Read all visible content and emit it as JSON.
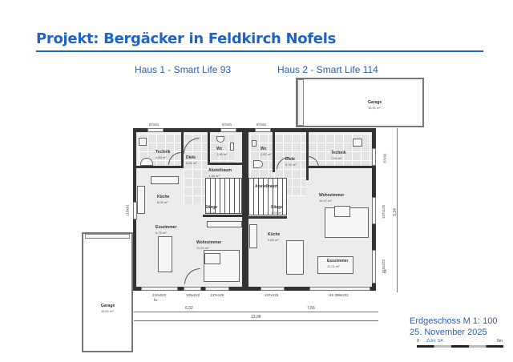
{
  "header": {
    "title": "Projekt: Bergäcker in Feldkirch Nofels",
    "accent_color": "#1f63c6"
  },
  "houses": [
    {
      "label": "Haus 1 - Smart Life 93"
    },
    {
      "label": "Haus 2 - Smart Life 114"
    }
  ],
  "rooms": {
    "h1_technik": {
      "name": "Technik",
      "area": "4,83 m²"
    },
    "h1_diele": {
      "name": "Diele",
      "area": "5,06 m²"
    },
    "h1_wc": {
      "name": "Wc",
      "area": "1,88 m²"
    },
    "h1_abstellraum": {
      "name": "Abstellraum",
      "area": "3,38 m²"
    },
    "h1_kueche": {
      "name": "Küche",
      "area": "8,05 m²"
    },
    "h1_stiege": {
      "name": "Stiege",
      "area": "1,53 m²"
    },
    "h1_esszimmer": {
      "name": "Esszimmer",
      "area": "6,75 m²"
    },
    "h1_wohnzimmer": {
      "name": "Wohnzimmer",
      "area": "11,94 m²"
    },
    "h2_wc": {
      "name": "Wc",
      "area": "2,67 m²"
    },
    "h2_diele": {
      "name": "Diele",
      "area": "5,76 m²"
    },
    "h2_technik": {
      "name": "Technik",
      "area": "7,64 m²"
    },
    "h2_abstellraum": {
      "name": "Abstellraum",
      "area": ""
    },
    "h2_stiege": {
      "name": "Stiege",
      "area": "1,53 m²"
    },
    "h2_wohnzimmer": {
      "name": "Wohnzimmer",
      "area": "16,37 m²"
    },
    "h2_kueche": {
      "name": "Küche",
      "area": "9,84 m²"
    },
    "h2_esszimmer": {
      "name": "Esszimmer",
      "area": "11,21 m²"
    },
    "garage_top": {
      "name": "Garage",
      "area": "18,91 m²"
    },
    "garage_left": {
      "name": "Garage",
      "area": "18,61 m²"
    }
  },
  "windows": {
    "top1": "87x91",
    "top2": "87x91",
    "top3": "87x91",
    "right_top": "87x91",
    "right_mid": "137x125",
    "right_bottom": "210x222",
    "right_bottom_fix": "fix",
    "left_side": "110x91",
    "bottom1": "210x222",
    "bottom1_fix": "fix",
    "bottom2": "105x222",
    "bottom3": "137x125",
    "bottom4": "137x125",
    "bottom5": "HS  398x222"
  },
  "dimensions": {
    "width_h1": "6,32",
    "width_h2": "7,66",
    "width_total": "13,98",
    "height_total": "9,34"
  },
  "footer": {
    "floor_scale": "Erdgeschoss M 1: 100",
    "date": "25. November 2025",
    "scale_start": "0",
    "drawn_by": "Zchn: SA",
    "scale_end": "5m"
  }
}
